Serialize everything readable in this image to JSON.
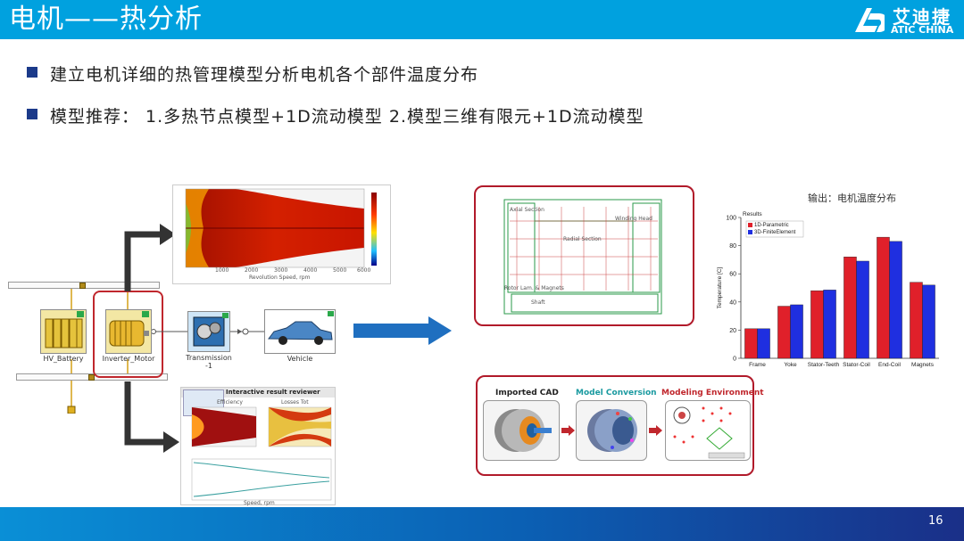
{
  "header": {
    "title": "电机——热分析",
    "logo_cn": "艾迪捷",
    "logo_en": "ATIC CHINA"
  },
  "bullets": [
    "建立电机详细的热管理模型分析电机各个部件温度分布",
    "模型推荐： 1.多热节点模型+1D流动模型 2.模型三维有限元+1D流动模型"
  ],
  "diagram": {
    "blocks": {
      "battery": "HV_Battery",
      "motor": "Inverter_Motor",
      "transmission": "Transmission\n-1",
      "vehicle": "Vehicle"
    }
  },
  "contour_plot": {
    "xlabel": "Revolution Speed, rpm",
    "ticks": [
      "1000",
      "2000",
      "3000",
      "4000",
      "5000",
      "6000"
    ]
  },
  "result_reviewer": {
    "title": "Interactive result reviewer",
    "sub1": "Efficiency",
    "sub2": "Losses Tot",
    "xlabel": "Speed, rpm"
  },
  "thermal_network": {
    "labels": {
      "axial": "Axial Section",
      "winding": "Winding Head",
      "radial": "Radial Section",
      "rotor": "Rotor Lam. & Magnets",
      "shaft": "Shaft"
    }
  },
  "cad": {
    "imported": "Imported CAD",
    "conversion": "Model Conversion",
    "environment": "Modeling Environment"
  },
  "chart_caption": "输出：电机温度分布",
  "chart_data": {
    "type": "bar",
    "title": "Results",
    "ylabel": "Temperature [C]",
    "ylim": [
      0,
      100
    ],
    "yticks": [
      0,
      20,
      40,
      60,
      80,
      100
    ],
    "categories": [
      "Frame",
      "Yoke",
      "Stator-Teeth",
      "Stator-Coil",
      "End-Coil",
      "Magnets"
    ],
    "series": [
      {
        "name": "1D-Parametric",
        "color": "#e0202a",
        "values": [
          21,
          37,
          48,
          72,
          86,
          54
        ]
      },
      {
        "name": "3D-FiniteElement",
        "color": "#1f2fe0",
        "values": [
          21,
          38,
          48.5,
          69,
          83,
          52
        ]
      }
    ],
    "legend": "top-left"
  },
  "footer": {
    "page": "16"
  }
}
